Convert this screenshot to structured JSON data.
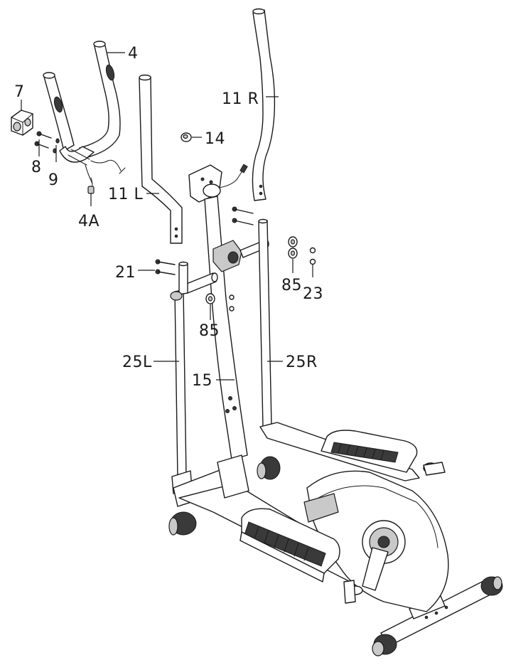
{
  "labels": {
    "l4": "4",
    "l7": "7",
    "l8": "8",
    "l9": "9",
    "l4a": "4A",
    "l11l": "11 L",
    "l11r": "11 R",
    "l14": "14",
    "l21": "21",
    "l85a": "85",
    "l85b": "85",
    "l23": "23",
    "l25l": "25L",
    "l25r": "25R",
    "l15": "15"
  },
  "colors": {
    "line": "#1a1a1a",
    "fill_light": "#c9c9c9",
    "fill_dark": "#3a3a3a",
    "background": "#ffffff"
  }
}
